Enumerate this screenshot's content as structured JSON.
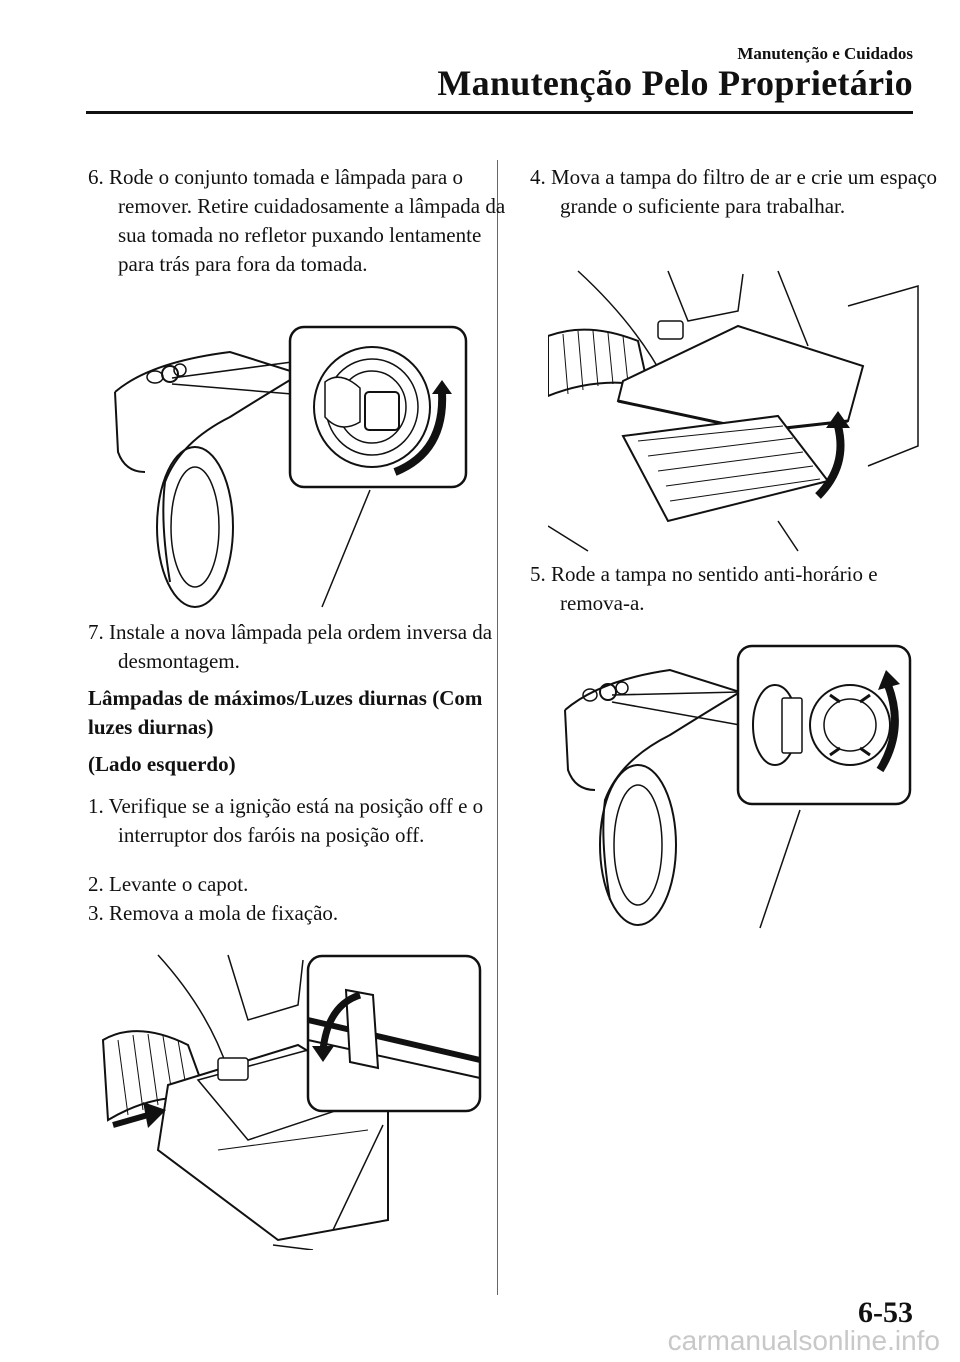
{
  "header": {
    "section": "Manutenção e Cuidados",
    "title": "Manutenção Pelo Proprietário"
  },
  "left_column": {
    "step6": {
      "number": "6.",
      "text": "Rode o conjunto tomada e lâmpada para o remover. Retire cuidadosamente a lâmpada da sua tomada no refletor puxando lentamente para trás para fora da tomada."
    },
    "step7": {
      "number": "7.",
      "text": "Instale a nova lâmpada pela ordem inversa da desmontagem."
    },
    "heading_main": "Lâmpadas de máximos/Luzes diurnas (Com luzes diurnas)",
    "heading_side": "(Lado esquerdo)",
    "step1": {
      "number": "1.",
      "text": "Verifique se a ignição está na posição off e o interruptor dos faróis na posição off."
    },
    "step2": {
      "number": "2.",
      "text": "Levante o capot."
    },
    "step3": {
      "number": "3.",
      "text": "Remova a mola de fixação."
    }
  },
  "right_column": {
    "step4": {
      "number": "4.",
      "text": "Mova a tampa do filtro de ar e crie um espaço grande o suficiente para trabalhar."
    },
    "step5": {
      "number": "5.",
      "text": "Rode a tampa no sentido anti-horário e remova-a."
    }
  },
  "footer": {
    "page_number": "6-53",
    "watermark": "carmanualsonline.info"
  }
}
